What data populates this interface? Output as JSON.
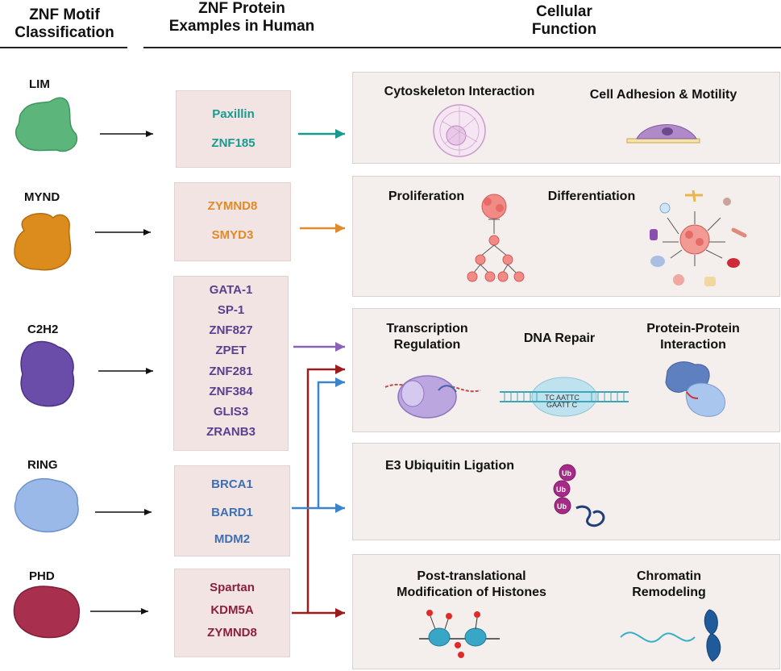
{
  "headers": {
    "motif": [
      "ZNF Motif",
      "Classification"
    ],
    "proteins": [
      "ZNF Protein",
      "Examples in Human"
    ],
    "function": [
      "Cellular",
      "Function"
    ]
  },
  "colors": {
    "lim": "#1a9a8e",
    "mynd": "#e08a2a",
    "c2h2": "#5b3f8f",
    "ring": "#3d6fb5",
    "phd": "#8c1f3e",
    "arrow_dark_red": "#9b1c1c",
    "arrow_blue": "#3a86c8",
    "arrow_purple": "#8a63b8"
  },
  "motifs": [
    {
      "label": "LIM",
      "proteins": [
        "Paxillin",
        "ZNF185"
      ]
    },
    {
      "label": "MYND",
      "proteins": [
        "ZYMND8",
        "SMYD3"
      ]
    },
    {
      "label": "C2H2",
      "proteins": [
        "GATA-1",
        "SP-1",
        "ZNF827",
        "ZPET",
        "ZNF281",
        "ZNF384",
        "GLIS3",
        "ZRANB3"
      ]
    },
    {
      "label": "RING",
      "proteins": [
        "BRCA1",
        "BARD1",
        "MDM2"
      ]
    },
    {
      "label": "PHD",
      "proteins": [
        "Spartan",
        "KDM5A",
        "ZYMND8"
      ]
    }
  ],
  "functions": {
    "box1": [
      "Cytoskeleton Interaction",
      "Cell Adhesion & Motility"
    ],
    "box2": [
      "Proliferation",
      "Differentiation"
    ],
    "box3": [
      "Transcription Regulation",
      "DNA Repair",
      "Protein-Protein Interaction"
    ],
    "box4": [
      "E3 Ubiquitin Ligation"
    ],
    "box5": [
      "Post-translational Modification of Histones",
      "Chromatin Remodeling"
    ]
  },
  "dna_repair_seq": {
    "top": "TC AATTC",
    "bottom": "GAATT C"
  },
  "ubiquitin_label": "Ub"
}
